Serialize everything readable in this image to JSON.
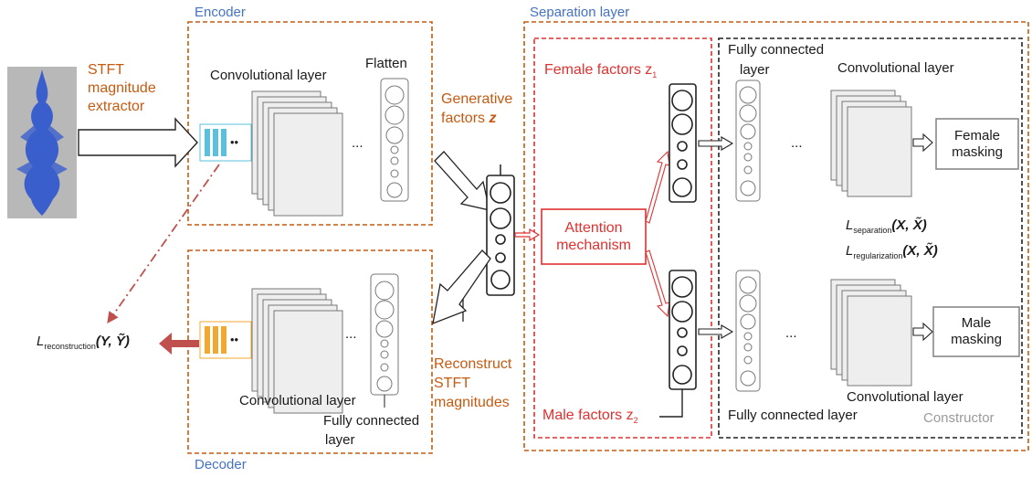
{
  "labels": {
    "encoder": "Encoder",
    "decoder": "Decoder",
    "separation_layer": "Separation layer",
    "stft_extractor": [
      "STFT",
      "magnitude",
      "extractor"
    ],
    "enc_conv": "Convolutional layer",
    "flatten": "Flatten",
    "generative_factors": [
      "Generative",
      "factors z"
    ],
    "reconstruct": [
      "Reconstruct",
      "STFT",
      "magnitudes"
    ],
    "dec_conv": "Convolutional layer",
    "dec_fc": [
      "Fully connected",
      "layer"
    ],
    "attention": [
      "Attention",
      "mechanism"
    ],
    "female_factors": "Female factors z",
    "female_sub": "1",
    "male_factors": "Male factors z",
    "male_sub": "2",
    "fc_top": [
      "Fully connected",
      "layer"
    ],
    "conv_top": "Convolutional layer",
    "female_masking": [
      "Female",
      "masking"
    ],
    "male_masking": [
      "Male",
      "masking"
    ],
    "conv_bottom": "Convolutional layer",
    "fc_bottom": "Fully connected layer",
    "constructor": "Constructor",
    "ellipsis": "...",
    "dots": "••"
  },
  "formulas": {
    "reconstruction": {
      "L": "L",
      "sub": "reconstruction",
      "args": "(Y, Ỹ)"
    },
    "separation": {
      "L": "L",
      "sub": "separation",
      "args": "(X, X̃)"
    },
    "regularization": {
      "L": "L",
      "sub": "regularization",
      "args": "(X, X̃)"
    }
  },
  "colors": {
    "orange": "#c55a11",
    "red": "#e03030",
    "blue": "#4472c4",
    "gray": "#9a9a9a",
    "dark_red": "#c0504d",
    "cyan": "#5bc0de",
    "amber": "#f0a830",
    "wave": "#3a5fcd"
  }
}
